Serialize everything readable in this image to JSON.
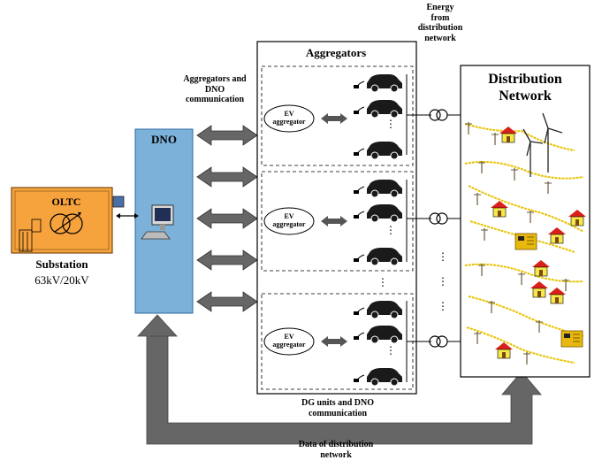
{
  "labels": {
    "energy_from_distribution": "Energy\nfrom\ndistribution\nnetwork",
    "aggregators_title": "Aggregators",
    "distribution_network_title": "Distribution\nNetwork",
    "aggregators_dno_comm": "Aggregators and\nDNO\ncommunication",
    "dno": "DNO",
    "oltc": "OLTC",
    "substation": "Substation",
    "substation_voltage": "63kV/20kV",
    "dg_dno_comm": "DG units and DNO\ncommunication",
    "data_of_distribution": "Data of distribution\nnetwork",
    "ev_aggregator": "EV\naggregator"
  },
  "colors": {
    "dno_fill": "#7cb1d9",
    "substation_fill": "#f6a23d",
    "arrow_fill": "#666666",
    "car_fill": "#1a1a1a",
    "house_roof": "#d9201a",
    "house_wall": "#f7e84a",
    "generator_fill": "#e8b80c",
    "wire_color": "#e8c300"
  },
  "icons": [
    "substation-transformer-icon",
    "computer-icon",
    "car-icon",
    "house-icon",
    "wind-turbine-icon",
    "generator-icon",
    "transformer-icon",
    "power-pole-icon"
  ]
}
